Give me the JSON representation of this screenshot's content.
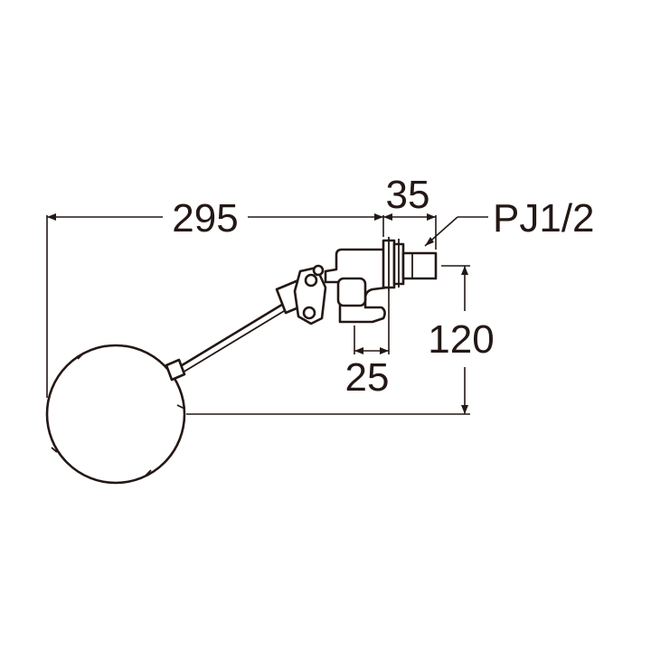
{
  "diagram": {
    "dimensions": {
      "overall_length": "295",
      "body_width": "35",
      "connection": "PJ1/2",
      "height": "120",
      "body_depth": "25"
    },
    "line_color": "#231815",
    "background": "#ffffff"
  }
}
